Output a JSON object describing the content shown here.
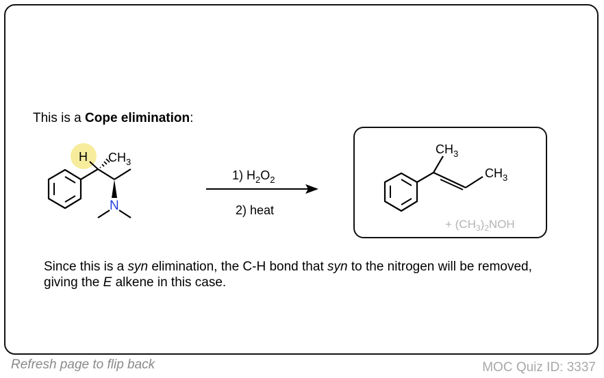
{
  "intro": {
    "prefix": "This is a ",
    "bold": "Cope elimination",
    "suffix": ":"
  },
  "reactant": {
    "h_label": "H",
    "methyl_main": "CH",
    "methyl_sub": "3",
    "n_label": "N",
    "highlight_color": "#f6ec9c"
  },
  "conditions": {
    "step1_prefix": "1) H",
    "step1_sub1": "2",
    "step1_mid": "O",
    "step1_sub2": "2",
    "step2": "2) heat"
  },
  "product": {
    "methyl_top_main": "CH",
    "methyl_top_sub": "3",
    "methyl_right_main": "CH",
    "methyl_right_sub": "3",
    "byproduct_prefix": "+ (CH",
    "byproduct_sub1": "3",
    "byproduct_mid": ")",
    "byproduct_sub2": "2",
    "byproduct_suffix": "NOH"
  },
  "explanation": {
    "p1": "Since this is a ",
    "i1": "syn",
    "p2": " elimination, the C-H bond that ",
    "i2": "syn",
    "p3": " to the nitrogen will be removed, giving the ",
    "i3": "E",
    "p4": " alkene in this case."
  },
  "footer": {
    "refresh": "Refresh page to flip back",
    "quiz_id": "MOC Quiz ID: 3337"
  }
}
